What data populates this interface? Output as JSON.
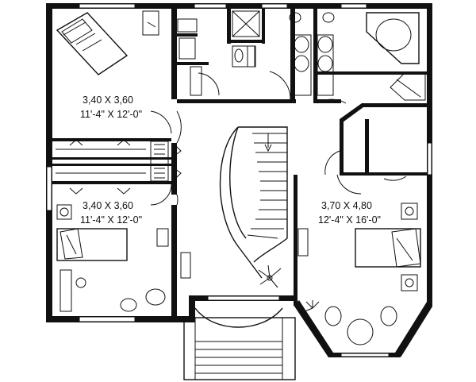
{
  "rooms": [
    {
      "id": "bedroom-1",
      "dims_metric": "3,40 X 3,60",
      "dims_imperial": "11'-4\" X 12'-0\""
    },
    {
      "id": "bedroom-2",
      "dims_metric": "3,40 X 3,60",
      "dims_imperial": "11'-4\" X 12'-0\""
    },
    {
      "id": "master-bedroom",
      "dims_metric": "3,70 X 4,80",
      "dims_imperial": "12'-4\" X 16'-0\""
    }
  ],
  "colors": {
    "wall": "#111111",
    "background": "#ffffff"
  }
}
